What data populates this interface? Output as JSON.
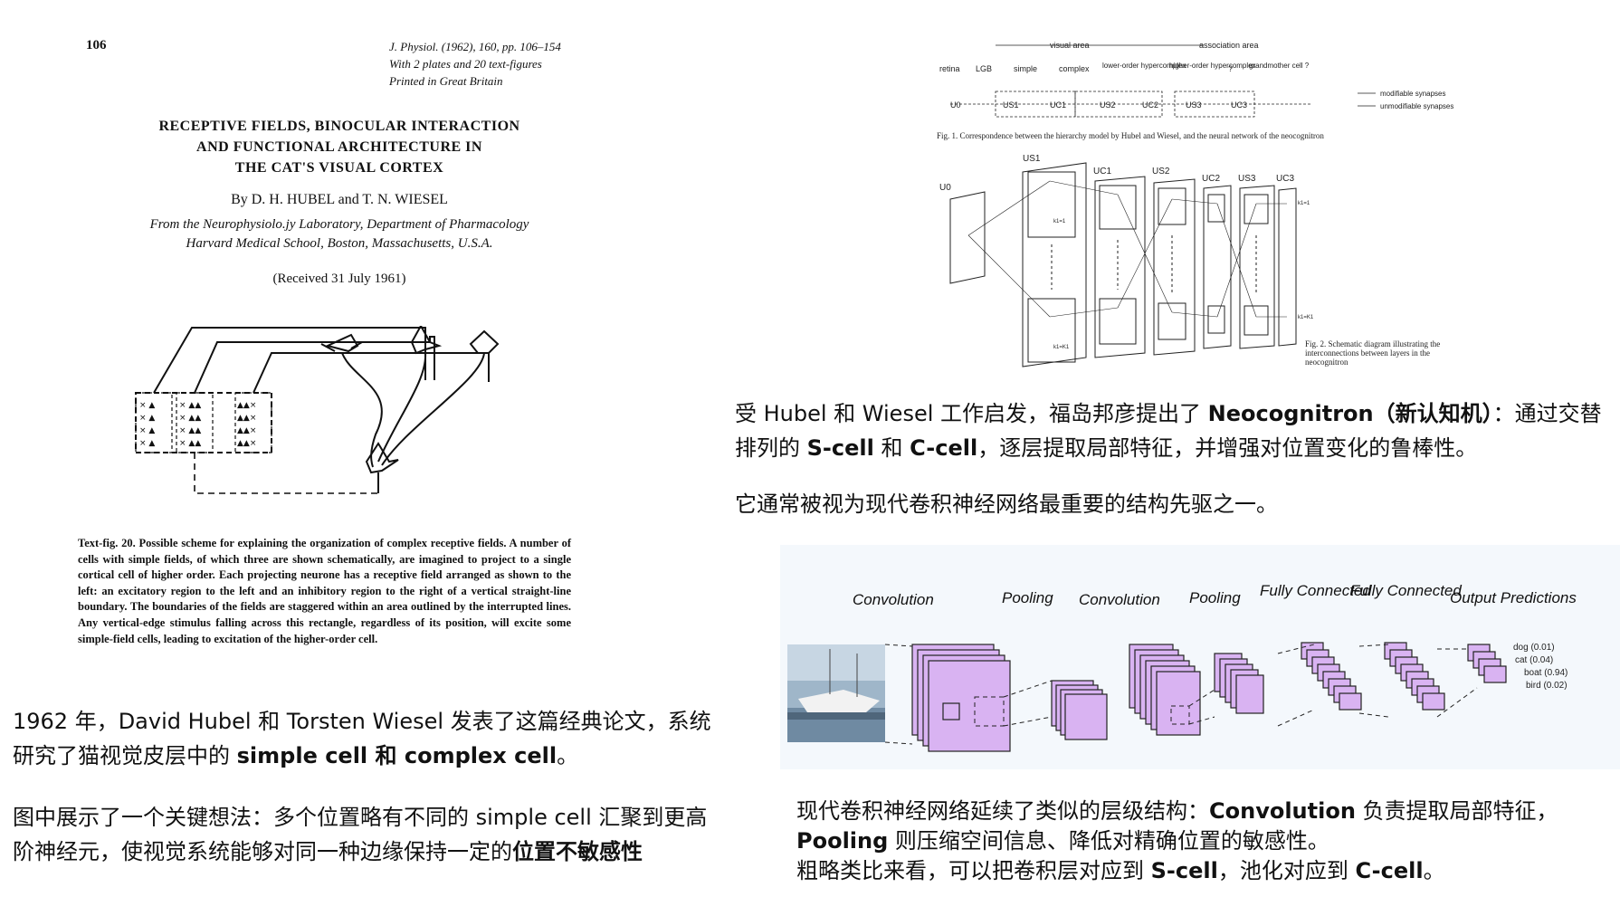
{
  "paper": {
    "page_number": "106",
    "journal_lines": [
      "J. Physiol. (1962), 160, pp. 106–154",
      "With 2 plates and 20 text-figures",
      "Printed in Great Britain"
    ],
    "title_lines": [
      "RECEPTIVE FIELDS, BINOCULAR INTERACTION",
      "AND FUNCTIONAL ARCHITECTURE IN",
      "THE CAT'S VISUAL CORTEX"
    ],
    "authors": "By D. H. HUBEL and T. N. WIESEL",
    "affiliation_lines": [
      "From the Neurophysiolo.jy Laboratory, Department of Pharmacology",
      "Harvard Medical School, Boston, Massachusetts, U.S.A."
    ],
    "received": "(Received 31 July 1961)",
    "figure_caption": "Text-fig. 20. Possible scheme for explaining the organization of complex receptive fields. A number of cells with simple fields, of which three are shown schematically, are imagined to project to a single cortical cell of higher order. Each projecting neurone has a receptive field arranged as shown to the left: an excitatory region to the left and an inhibitory region to the right of a vertical straight-line boundary. The boundaries of the fields are staggered within an area outlined by the interrupted lines. Any vertical-edge stimulus falling across this rectangle, regardless of its position, will excite some simple-field cells, leading to excitation of the higher-order cell."
  },
  "left_text": {
    "para1_pre": "1962 年，David Hubel 和 Torsten Wiesel 发表了这篇经典论文，系统研究了猫视觉皮层中的 ",
    "para1_bold": "simple cell 和 complex cell",
    "para1_post": "。",
    "para2_pre": "图中展示了一个关键想法：多个位置略有不同的 simple cell 汇聚到更高阶神经元，使视觉系统能够对同一种边缘保持一定的",
    "para2_bold": "位置不敏感性"
  },
  "neocognitron": {
    "fig1_labels": {
      "visual_area": "visual area",
      "association_area": "association area",
      "chain": [
        "retina",
        "LGB",
        "simple",
        "complex",
        "lower-order hypercomplex",
        "higher-order hypercomplex",
        "?",
        "grandmother cell ?"
      ],
      "layers": [
        "U0",
        "US1",
        "UC1",
        "US2",
        "UC2",
        "US3",
        "UC3"
      ],
      "legend_modifiable": "modifiable synapses",
      "legend_unmodifiable": "unmodifiable synapses",
      "caption": "Fig. 1. Correspondence between the hierarchy model by Hubel and Wiesel, and the neural network of the neocognitron"
    },
    "fig2_labels": {
      "layers": [
        "U0",
        "US1",
        "UC1",
        "US2",
        "UC2",
        "US3",
        "UC3"
      ],
      "k_top": "k1=1",
      "k_bottom": "k1=K1",
      "caption": "Fig. 2. Schematic diagram illustrating the interconnections between layers in the neocognitron"
    }
  },
  "right_text": {
    "para1_a": "受 Hubel 和 Wiesel 工作启发，福岛邦彦提出了 ",
    "para1_b": "Neocognitron（新认知机）",
    "para1_c": "：通过交替排列的 ",
    "para1_d": "S-cell",
    "para1_e": " 和 ",
    "para1_f": "C-cell",
    "para1_g": "，逐层提取局部特征，并增强对位置变化的鲁棒性。",
    "para2": "它通常被视为现代卷积神经网络最重要的结构先驱之一。",
    "para3_a": "现代卷积神经网络延续了类似的层级结构：",
    "para3_b": "Convolution",
    "para3_c": " 负责提取局部特征，",
    "para3_d": "Pooling",
    "para3_e": " 则压缩空间信息、降低对精确位置的敏感性。",
    "para4_a": "粗略类比来看，可以把卷积层对应到 ",
    "para4_b": "S-cell",
    "para4_c": "，池化对应到 ",
    "para4_d": "C-cell",
    "para4_e": "。"
  },
  "cnn": {
    "labels": [
      "Convolution",
      "Pooling",
      "Convolution",
      "Pooling",
      "Fully Connected",
      "Fully Connected",
      "Output Predictions"
    ],
    "outputs": [
      "dog (0.01)",
      "cat (0.04)",
      "boat (0.94)",
      "bird (0.02)"
    ],
    "colors": {
      "fill": "#d9b3f2",
      "stroke": "#222222",
      "panel_bg": "#f4f8fc"
    }
  }
}
